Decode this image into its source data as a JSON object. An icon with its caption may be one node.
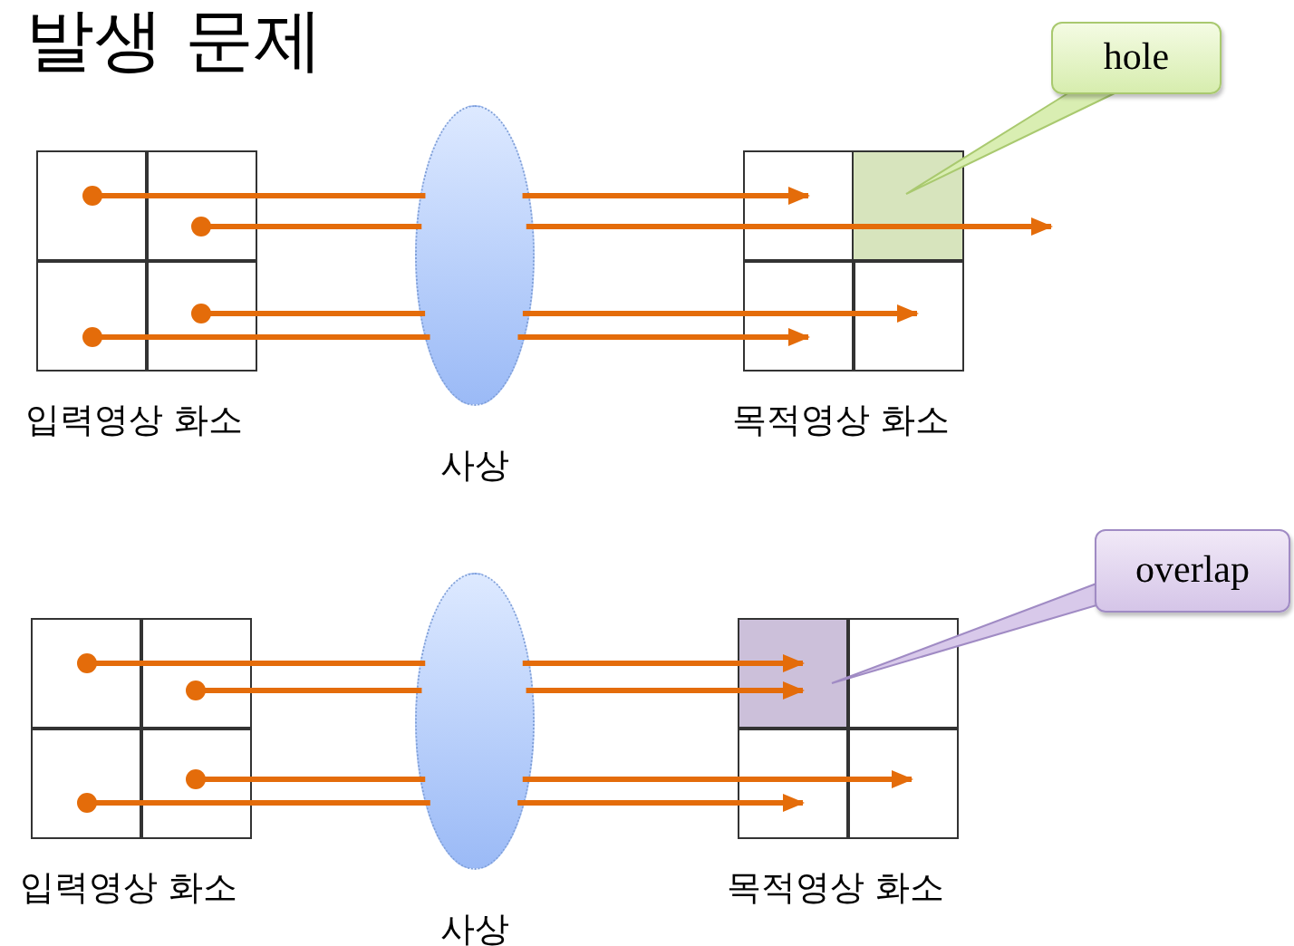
{
  "diagram": {
    "title": "발생 문제",
    "nodes": [
      {
        "text": [],
        "shape": "box",
        "beside": [
          "입력영상 화소"
        ]
      },
      {
        "text": [],
        "shape": "ellipse",
        "beside": [
          "사상"
        ]
      },
      {
        "text": [],
        "shape": "box",
        "beside": [
          "목적영상 화소"
        ]
      },
      {
        "text": [
          "hole"
        ]
      },
      {
        "text": [],
        "shape": "box",
        "beside": [
          "입력영상 화소"
        ]
      },
      {
        "text": [],
        "shape": "ellipse",
        "beside": [
          "사상"
        ]
      },
      {
        "text": [],
        "shape": "box",
        "beside": [
          "목적영상 화소"
        ]
      },
      {
        "text": [
          "overlap"
        ]
      }
    ],
    "edges": [
      {
        "from": 0,
        "to": 1,
        "arrow": "other"
      },
      {
        "from": 1,
        "to": 2,
        "arrow": "to"
      },
      {
        "from": 0,
        "to": 1,
        "arrow": "other"
      },
      {
        "from": 1,
        "to": null,
        "arrow": "to"
      },
      {
        "from": 0,
        "to": 1,
        "arrow": "other"
      },
      {
        "from": 1,
        "to": 2,
        "arrow": "to"
      },
      {
        "from": 0,
        "to": 1,
        "arrow": "other"
      },
      {
        "from": 1,
        "to": 2,
        "arrow": "to"
      },
      {
        "from": 3,
        "to": 2,
        "arrow": "none"
      },
      {
        "from": 4,
        "to": 5,
        "arrow": "other"
      },
      {
        "from": 5,
        "to": 6,
        "arrow": "to"
      },
      {
        "from": 4,
        "to": 5,
        "arrow": "other"
      },
      {
        "from": 5,
        "to": 6,
        "arrow": "to"
      },
      {
        "from": 4,
        "to": 5,
        "arrow": "other"
      },
      {
        "from": 5,
        "to": 6,
        "arrow": "to"
      },
      {
        "from": 4,
        "to": 5,
        "arrow": "other"
      },
      {
        "from": 5,
        "to": 6,
        "arrow": "to"
      },
      {
        "from": 7,
        "to": 6,
        "arrow": "none"
      }
    ]
  }
}
